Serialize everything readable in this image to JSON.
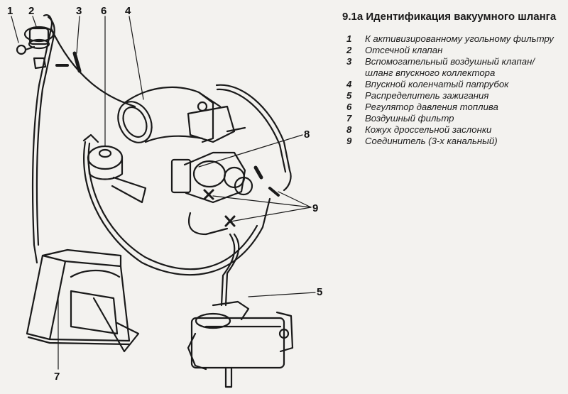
{
  "caption": {
    "title": "9.1a Идентификация вакуумного шланга"
  },
  "callouts": [
    "1",
    "2",
    "3",
    "6",
    "4",
    "8",
    "9",
    "5",
    "7"
  ],
  "legend": [
    {
      "num": "1",
      "text": "К активизированному угольному фильтру"
    },
    {
      "num": "2",
      "text": "Отсечной клапан"
    },
    {
      "num": "3",
      "text": "Вспомогательный воздушный клапан/шланг впускного коллектора"
    },
    {
      "num": "4",
      "text": "Впускной коленчатый патрубок"
    },
    {
      "num": "5",
      "text": "Распределитель зажигания"
    },
    {
      "num": "6",
      "text": "Регулятор давления топлива"
    },
    {
      "num": "7",
      "text": "Воздушный фильтр"
    },
    {
      "num": "8",
      "text": "Кожух дроссельной заслонки"
    },
    {
      "num": "9",
      "text": "Соединитель (3-х канальный)"
    }
  ]
}
